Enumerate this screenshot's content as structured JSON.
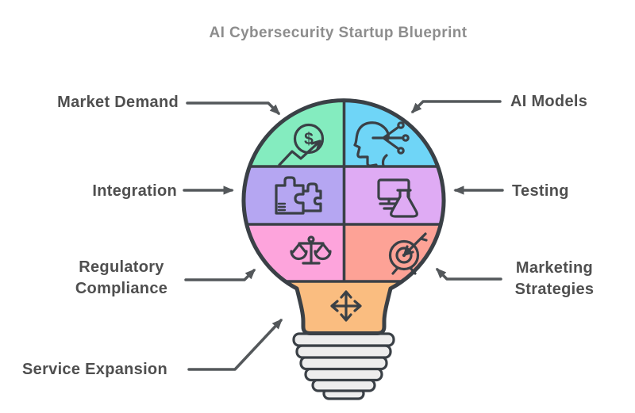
{
  "title": "AI Cybersecurity Startup Blueprint",
  "callouts": {
    "market_demand": {
      "label": "Market Demand"
    },
    "ai_models": {
      "label": "AI Models"
    },
    "integration": {
      "label": "Integration"
    },
    "testing": {
      "label": "Testing"
    },
    "regulatory_compliance": {
      "line1": "Regulatory",
      "line2": "Compliance"
    },
    "marketing_strategies": {
      "line1": "Marketing",
      "line2": "Strategies"
    },
    "service_expansion": {
      "label": "Service Expansion"
    }
  },
  "bulb": {
    "dollar_glyph": "$",
    "sections": [
      {
        "name": "Market Demand",
        "icon": "dollar-growth-icon",
        "color": "#84ecbf"
      },
      {
        "name": "AI Models",
        "icon": "ai-head-circuit-icon",
        "color": "#6fd5f7"
      },
      {
        "name": "Integration",
        "icon": "puzzle-pieces-icon",
        "color": "#b5a6f2"
      },
      {
        "name": "Testing",
        "icon": "monitor-flask-icon",
        "color": "#dfabf4"
      },
      {
        "name": "Regulatory Compliance",
        "icon": "scales-icon",
        "color": "#fda4dc"
      },
      {
        "name": "Marketing Strategies",
        "icon": "target-dart-icon",
        "color": "#fda296"
      },
      {
        "name": "Service Expansion",
        "icon": "expand-arrows-icon",
        "color": "#fabd80"
      }
    ],
    "base_color": "#ededed"
  },
  "colors": {
    "background": "#ffffff",
    "outline": "#3a4046",
    "arrow": "#54585b",
    "title_text": "#8d8d8d",
    "label_text": "#4f4f4f"
  }
}
